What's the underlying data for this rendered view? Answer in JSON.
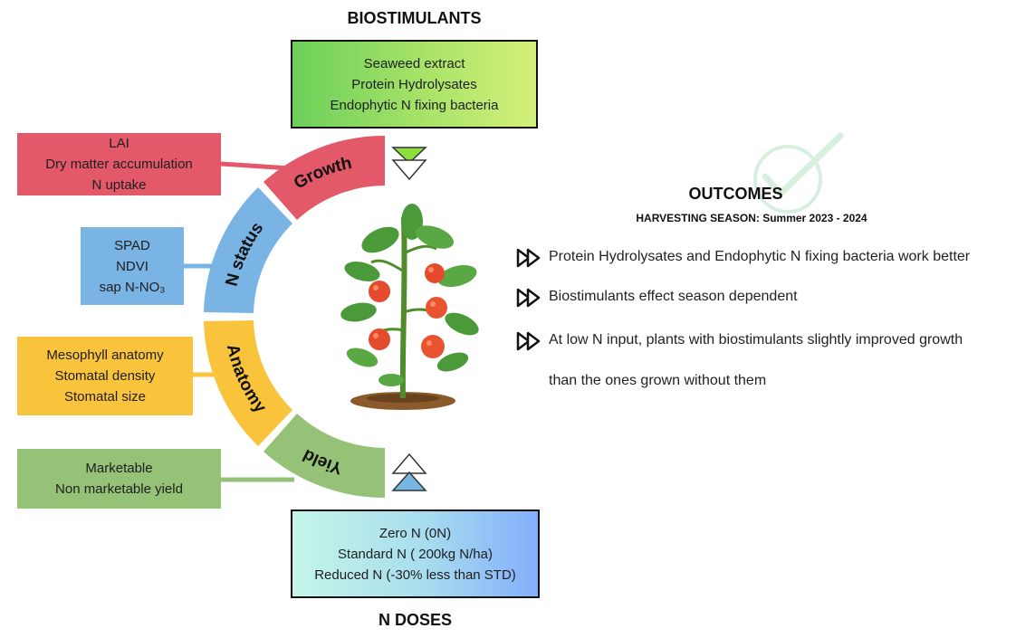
{
  "top": {
    "heading": "BIOSTIMULANTS",
    "items": [
      "Seaweed extract",
      "Protein Hydrolysates",
      "Endophytic N fixing bacteria"
    ]
  },
  "bottom": {
    "heading": "N DOSES",
    "items": [
      "Zero N (0N)",
      "Standard N ( 200kg N/ha)",
      "Reduced N (-30% less than STD)"
    ]
  },
  "arc_segments": {
    "growth": "Growth",
    "n_status": "N status",
    "anatomy": "Anatomy",
    "yield": "Yield"
  },
  "side_boxes": {
    "growth": [
      "LAI",
      "Dry matter accumulation",
      "N uptake"
    ],
    "n_status": [
      "SPAD",
      "NDVI",
      "sap N-NO₃"
    ],
    "anatomy": [
      "Mesophyll anatomy",
      "Stomatal density",
      "Stomatal size"
    ],
    "yield": [
      "Marketable",
      "Non marketable yield"
    ]
  },
  "outcomes": {
    "heading": "OUTCOMES",
    "season": "HARVESTING SEASON: Summer 2023 - 2024",
    "items": [
      "Protein Hydrolysates and Endophytic N fixing bacteria work better",
      "Biostimulants effect season dependent",
      "At low N input, plants with biostimulants slightly improved growth"
    ],
    "continuation": "than the ones grown without them"
  },
  "colors": {
    "growth": "#e4596a",
    "n_status": "#79b4e4",
    "anatomy": "#f9c33b",
    "yield": "#96c277",
    "arrow_down": "#8ddf3c",
    "arrow_up": "#76b7e3"
  },
  "icons": {
    "plant": "tomato-plant-icon",
    "check": "checkmark-watermark-icon",
    "bullet": "double-chevron-icon"
  }
}
